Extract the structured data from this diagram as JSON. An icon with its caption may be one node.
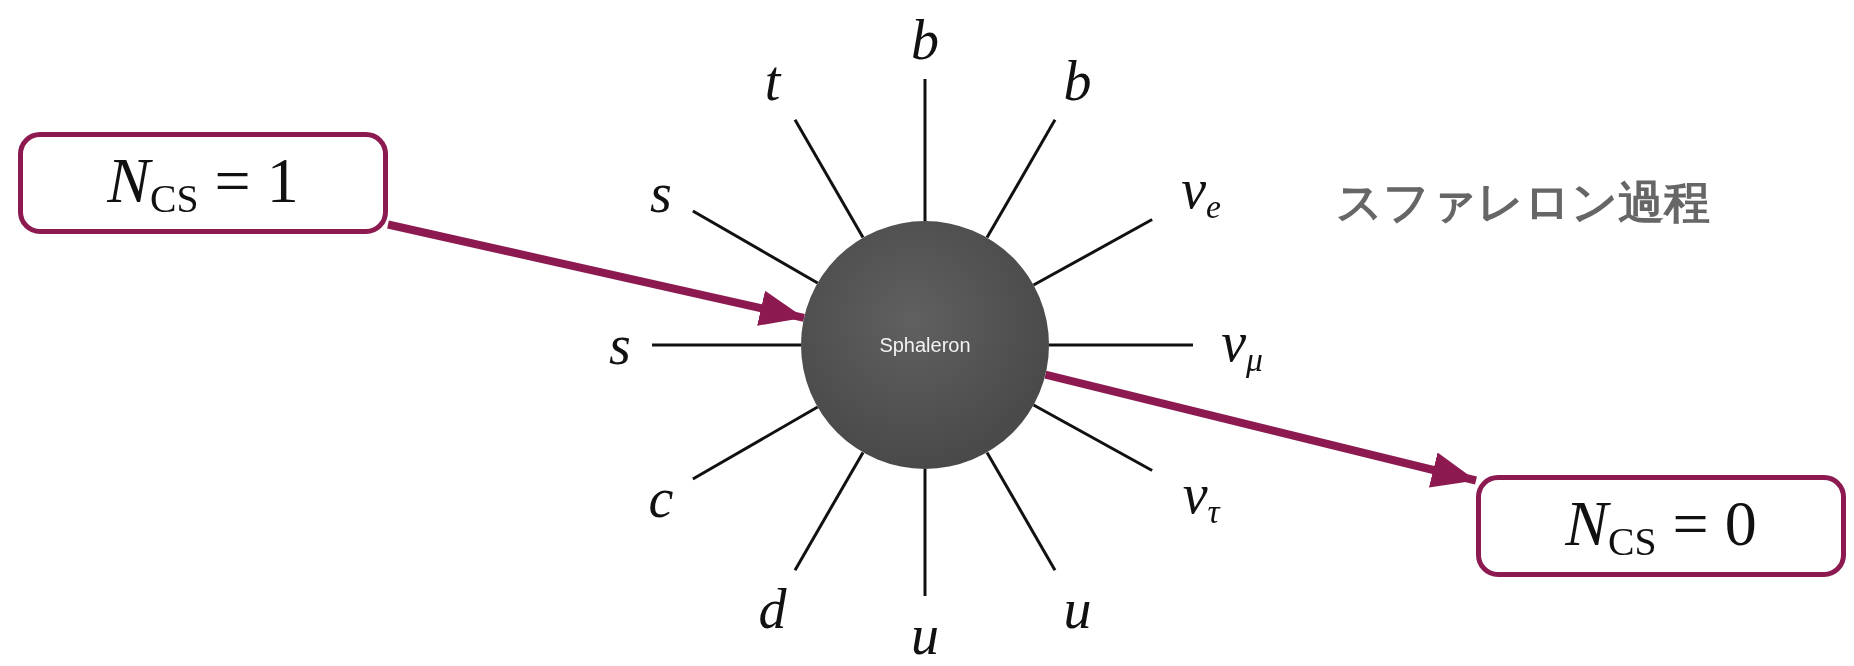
{
  "diagram": {
    "nodes": [
      {
        "text": [
          "*N*$_{CS}$ = 1"
        ]
      },
      {
        "text": [
          "Sphaleron"
        ]
      },
      {
        "text": [
          "*N*$_{CS}$ = 0"
        ]
      },
      {
        "text": [
          "b"
        ]
      },
      {
        "text": [
          "t"
        ]
      },
      {
        "text": [
          "b"
        ]
      },
      {
        "text": [
          "s"
        ]
      },
      {
        "text": [
          "ν$_{e}$"
        ]
      },
      {
        "text": [
          "s"
        ]
      },
      {
        "text": [
          "ν$_{μ}$"
        ]
      },
      {
        "text": [
          "c"
        ]
      },
      {
        "text": [
          "ν$_{τ}$"
        ]
      },
      {
        "text": [
          "d"
        ]
      },
      {
        "text": [
          "u"
        ]
      },
      {
        "text": [
          "u"
        ]
      }
    ],
    "edges": [
      {
        "from": 0,
        "to": 1,
        "arrow": "to",
        "style": "thick",
        "color": "#8c1a50"
      },
      {
        "from": 1,
        "to": 2,
        "arrow": "to",
        "style": "thick",
        "color": "#8c1a50"
      },
      {
        "from": 1,
        "to": 3,
        "arrow": "none"
      },
      {
        "from": 1,
        "to": 4,
        "arrow": "none"
      },
      {
        "from": 1,
        "to": 5,
        "arrow": "none"
      },
      {
        "from": 1,
        "to": 6,
        "arrow": "none"
      },
      {
        "from": 1,
        "to": 7,
        "arrow": "none"
      },
      {
        "from": 1,
        "to": 8,
        "arrow": "none"
      },
      {
        "from": 1,
        "to": 9,
        "arrow": "none"
      },
      {
        "from": 1,
        "to": 10,
        "arrow": "none"
      },
      {
        "from": 1,
        "to": 11,
        "arrow": "none"
      },
      {
        "from": 1,
        "to": 12,
        "arrow": "none"
      },
      {
        "from": 1,
        "to": 13,
        "arrow": "none"
      },
      {
        "from": 1,
        "to": 14,
        "arrow": "none"
      }
    ],
    "labels": [
      "スファレロン過程"
    ]
  }
}
